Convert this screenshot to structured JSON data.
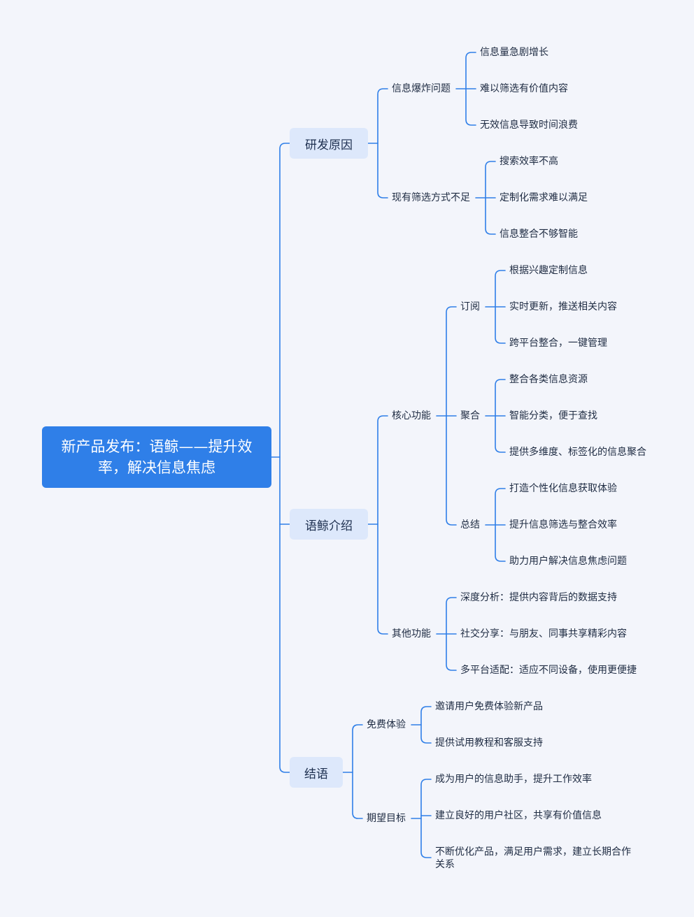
{
  "root": {
    "title": "新产品发布：语鲸——提升效率，解决信息焦虑"
  },
  "branches": {
    "b1": {
      "label": "研发原因",
      "c1": {
        "label": "信息爆炸问题",
        "items": [
          "信息量急剧增长",
          "难以筛选有价值内容",
          "无效信息导致时间浪费"
        ]
      },
      "c2": {
        "label": "现有筛选方式不足",
        "items": [
          "搜索效率不高",
          "定制化需求难以满足",
          "信息整合不够智能"
        ]
      }
    },
    "b2": {
      "label": "语鲸介绍",
      "core": {
        "label": "核心功能",
        "sub1": {
          "label": "订阅",
          "items": [
            "根据兴趣定制信息",
            "实时更新，推送相关内容",
            "跨平台整合，一键管理"
          ]
        },
        "sub2": {
          "label": "聚合",
          "items": [
            "整合各类信息资源",
            "智能分类，便于查找",
            "提供多维度、标签化的信息聚合"
          ]
        },
        "sub3": {
          "label": "总结",
          "items": [
            "打造个性化信息获取体验",
            "提升信息筛选与整合效率",
            "助力用户解决信息焦虑问题"
          ]
        }
      },
      "other": {
        "label": "其他功能",
        "items": [
          "深度分析：提供内容背后的数据支持",
          "社交分享：与朋友、同事共享精彩内容",
          "多平台适配：适应不同设备，使用更便捷"
        ]
      }
    },
    "b3": {
      "label": "结语",
      "c1": {
        "label": "免费体验",
        "items": [
          "邀请用户免费体验新产品",
          "提供试用教程和客服支持"
        ]
      },
      "c2": {
        "label": "期望目标",
        "items": [
          "成为用户的信息助手，提升工作效率",
          "建立良好的用户社区，共享有价值信息",
          "不断优化产品，满足用户需求，建立长期合作关系"
        ]
      }
    }
  },
  "colors": {
    "line": "#2f7fe8",
    "root": "#2f7fe8",
    "branch_bg": "#dde8fb",
    "background": "#f3f5fb"
  }
}
